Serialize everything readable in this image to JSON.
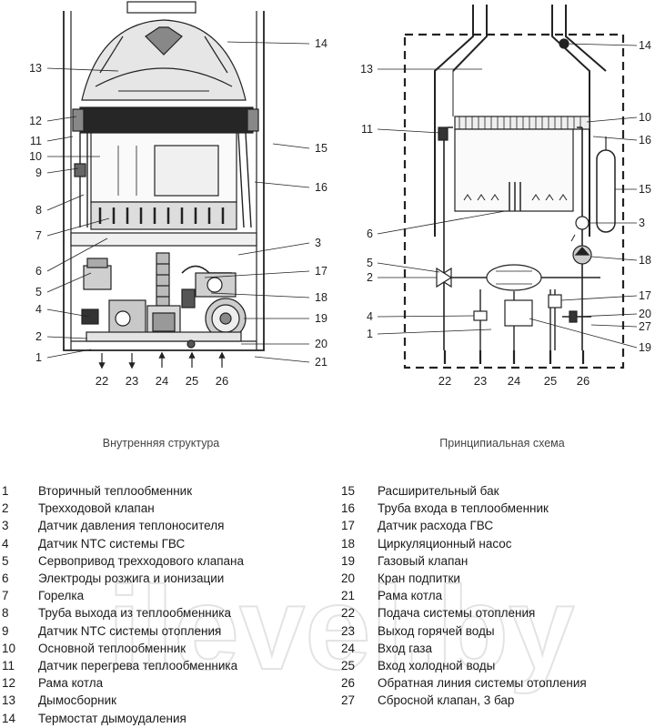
{
  "diagram": {
    "left_caption": "Внутренняя структура",
    "right_caption": "Принципиальная схема",
    "left_callouts": [
      {
        "n": "14",
        "side": "R"
      },
      {
        "n": "13",
        "side": "L"
      },
      {
        "n": "12",
        "side": "L"
      },
      {
        "n": "11",
        "side": "L"
      },
      {
        "n": "15",
        "side": "R"
      },
      {
        "n": "10",
        "side": "L"
      },
      {
        "n": "9",
        "side": "L"
      },
      {
        "n": "16",
        "side": "R"
      },
      {
        "n": "8",
        "side": "L"
      },
      {
        "n": "7",
        "side": "L"
      },
      {
        "n": "3",
        "side": "R"
      },
      {
        "n": "6",
        "side": "L"
      },
      {
        "n": "17",
        "side": "R"
      },
      {
        "n": "5",
        "side": "L"
      },
      {
        "n": "18",
        "side": "R"
      },
      {
        "n": "4",
        "side": "L"
      },
      {
        "n": "19",
        "side": "R"
      },
      {
        "n": "2",
        "side": "L"
      },
      {
        "n": "20",
        "side": "R"
      },
      {
        "n": "1",
        "side": "L"
      },
      {
        "n": "21",
        "side": "R"
      }
    ],
    "left_bottom": [
      {
        "n": "22",
        "dir": "down"
      },
      {
        "n": "23",
        "dir": "down"
      },
      {
        "n": "24",
        "dir": "up"
      },
      {
        "n": "25",
        "dir": "up"
      },
      {
        "n": "26",
        "dir": "up"
      }
    ],
    "right_callouts": [
      {
        "n": "14",
        "side": "R"
      },
      {
        "n": "13",
        "side": "L"
      },
      {
        "n": "11",
        "side": "L"
      },
      {
        "n": "10",
        "side": "R"
      },
      {
        "n": "16",
        "side": "R"
      },
      {
        "n": "15",
        "side": "R"
      },
      {
        "n": "6",
        "side": "L"
      },
      {
        "n": "3",
        "side": "R"
      },
      {
        "n": "18",
        "side": "R"
      },
      {
        "n": "5",
        "side": "L"
      },
      {
        "n": "2",
        "side": "L"
      },
      {
        "n": "17",
        "side": "R"
      },
      {
        "n": "4",
        "side": "L"
      },
      {
        "n": "20",
        "side": "R"
      },
      {
        "n": "27",
        "side": "R"
      },
      {
        "n": "1",
        "side": "L"
      },
      {
        "n": "19",
        "side": "R"
      }
    ],
    "right_bottom": [
      "22",
      "23",
      "24",
      "25",
      "26"
    ]
  },
  "legend_left": [
    {
      "num": "1",
      "text": "Вторичный теплообменник"
    },
    {
      "num": "2",
      "text": "Трехходовой клапан"
    },
    {
      "num": "3",
      "text": "Датчик давления теплоносителя"
    },
    {
      "num": "4",
      "text": "Датчик NTC системы ГВС"
    },
    {
      "num": "5",
      "text": "Сервопривод трехходового клапана"
    },
    {
      "num": "6",
      "text": "Электроды розжига и ионизации"
    },
    {
      "num": "7",
      "text": "Горелка"
    },
    {
      "num": "8",
      "text": "Труба выхода из теплообменника"
    },
    {
      "num": "9",
      "text": "Датчик NTC системы отопления"
    },
    {
      "num": "10",
      "text": "Основной теплообменник"
    },
    {
      "num": "11",
      "text": "Датчик перегрева теплообменника"
    },
    {
      "num": "12",
      "text": "Рама котла"
    },
    {
      "num": "13",
      "text": "Дымосборник"
    },
    {
      "num": "14",
      "text": "Термостат дымоудаления"
    }
  ],
  "legend_right": [
    {
      "num": "15",
      "text": "Расширительный бак"
    },
    {
      "num": "16",
      "text": "Труба входа в теплообменник"
    },
    {
      "num": "17",
      "text": "Датчик расхода ГВС"
    },
    {
      "num": "18",
      "text": "Циркуляционный насос"
    },
    {
      "num": "19",
      "text": "Газовый клапан"
    },
    {
      "num": "20",
      "text": "Кран подпитки"
    },
    {
      "num": "21",
      "text": "Рама котла"
    },
    {
      "num": "22",
      "text": "Подача системы отопления"
    },
    {
      "num": "23",
      "text": "Выход горячей воды"
    },
    {
      "num": "24",
      "text": "Вход газа"
    },
    {
      "num": "25",
      "text": "Вход холодной воды"
    },
    {
      "num": "26",
      "text": "Обратная линия системы отопления"
    },
    {
      "num": "27",
      "text": "Сбросной клапан, 3 бар"
    }
  ]
}
